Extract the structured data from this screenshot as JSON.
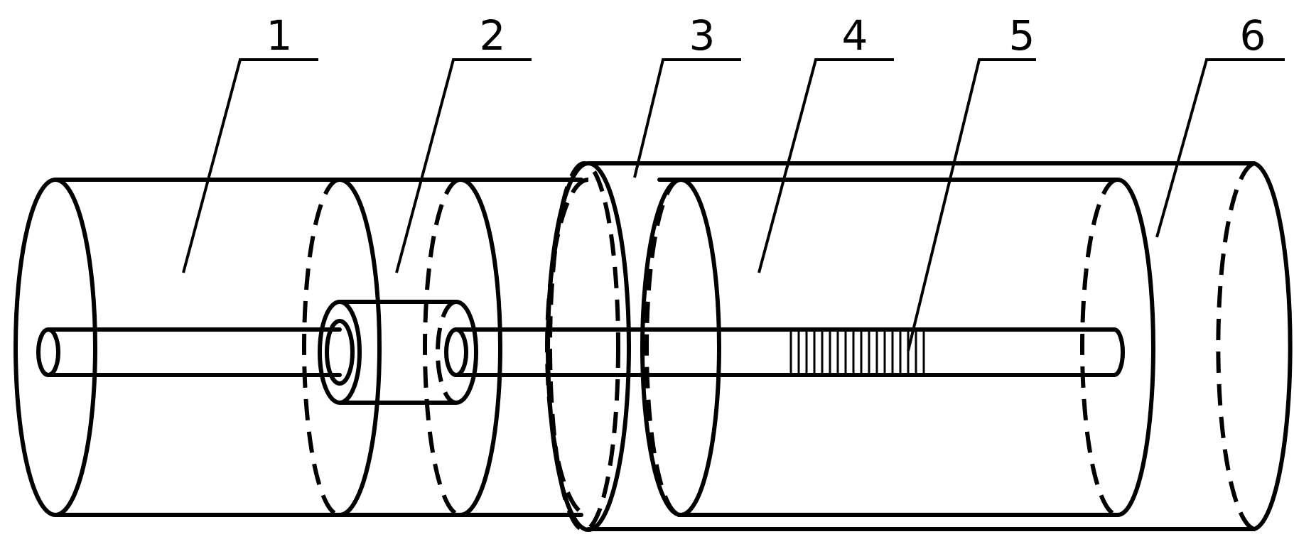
{
  "labels": [
    {
      "id": "1",
      "text": "1"
    },
    {
      "id": "2",
      "text": "2"
    },
    {
      "id": "3",
      "text": "3"
    },
    {
      "id": "4",
      "text": "4"
    },
    {
      "id": "5",
      "text": "5"
    },
    {
      "id": "6",
      "text": "6"
    }
  ],
  "colors": {
    "stroke": "#000000",
    "background": "#ffffff"
  }
}
